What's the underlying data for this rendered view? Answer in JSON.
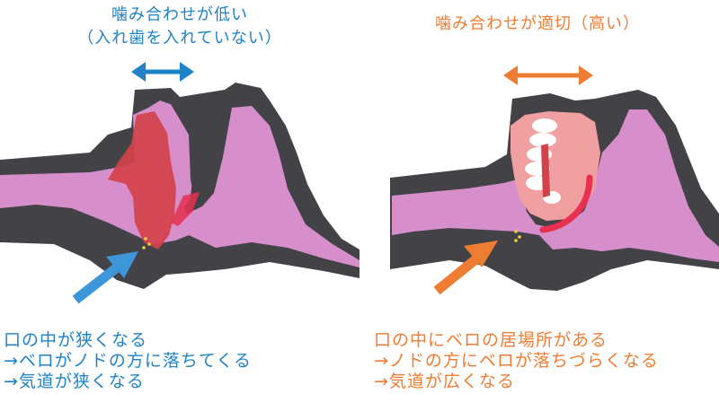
{
  "left": {
    "title_line1": "噛み合わせが低い",
    "title_line2": "（入れ歯を入れていない）",
    "caption": [
      "口の中が狭くなる",
      "→ベロがノドの方に落ちてくる",
      "→気道が狭くなる"
    ],
    "accent": "#1e82c8"
  },
  "right": {
    "title_line1": "噛み合わせが適切（高い）",
    "caption": [
      "口の中にベロの居場所がある",
      "→ノドの方にベロが落ちづらくなる",
      "→気道が広くなる"
    ],
    "accent": "#ee7d33"
  },
  "colors": {
    "head": "#434347",
    "airway": "#d78fcc",
    "tongue": "#d2424a",
    "gum": "#f0a0a0",
    "teeth": "#ffffff"
  },
  "icons": {
    "width_arrow_left": "double-arrow-icon",
    "width_arrow_right": "double-arrow-icon",
    "pointer_left": "pointer-arrow-icon",
    "pointer_right": "pointer-arrow-icon"
  }
}
